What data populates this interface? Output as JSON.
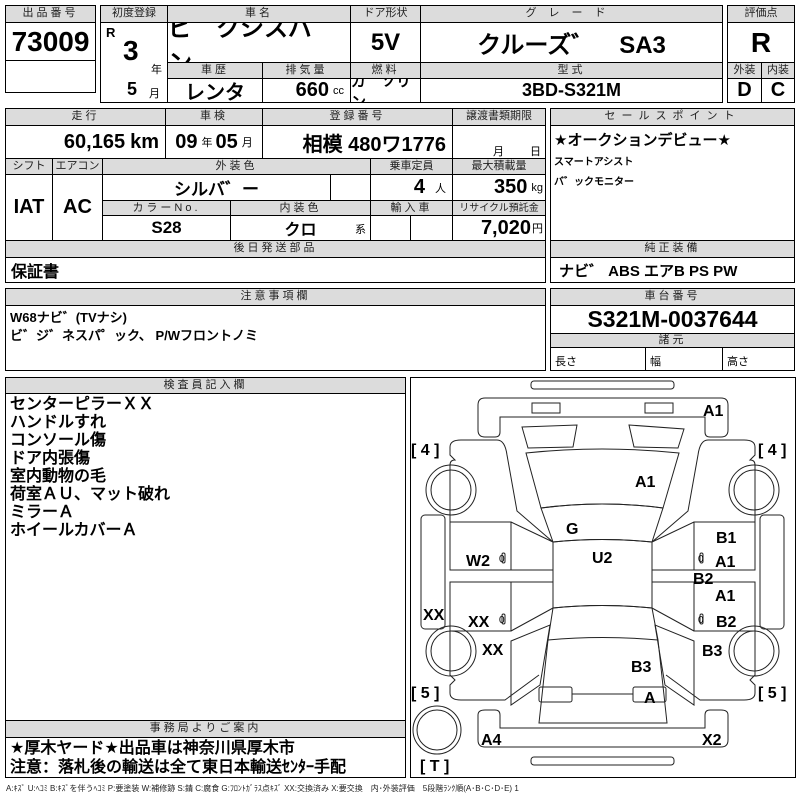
{
  "lot": {
    "label": "出品番号",
    "value": "73009"
  },
  "first_reg": {
    "label": "初度登録",
    "era": "R",
    "year": "3",
    "year_unit": "年",
    "month": "5",
    "month_unit": "月"
  },
  "car_name": {
    "label": "車名",
    "value": "ピ゛クシスバ゛ン"
  },
  "door": {
    "label": "ドア形状",
    "value": "5V"
  },
  "grade": {
    "label": "グレード",
    "value": "クルーズ゛　SA3"
  },
  "history": {
    "label": "車歴",
    "value": "レンタ"
  },
  "displacement": {
    "label": "排気量",
    "value": "660",
    "unit": "cc"
  },
  "fuel": {
    "label": "燃料",
    "value": "ガ゛ソリン"
  },
  "model": {
    "label": "型式",
    "value": "3BD-S321M"
  },
  "score": {
    "label": "評価点",
    "value": "R",
    "exterior_label": "外装",
    "interior_label": "内装",
    "exterior": "D",
    "interior": "C"
  },
  "mileage": {
    "label": "走行",
    "value": "60,165",
    "unit": "km"
  },
  "inspection": {
    "label": "車検",
    "year": "09",
    "year_unit": "年",
    "month": "05",
    "month_unit": "月"
  },
  "plate": {
    "label": "登録番号",
    "value": "相模 480ワ1776"
  },
  "doc_deadline": {
    "label": "譲渡書類期限",
    "month_unit": "月",
    "day_unit": "日"
  },
  "shift": {
    "label": "シフト",
    "value": "IAT"
  },
  "ac": {
    "label": "エアコン",
    "value": "AC"
  },
  "ext_color": {
    "label": "外装色",
    "value": "シルバ゛ー"
  },
  "capacity": {
    "label": "乗車定員",
    "value": "4",
    "unit": "人"
  },
  "max_load": {
    "label": "最大積載量",
    "value": "350",
    "unit": "kg"
  },
  "color_no": {
    "label": "カラーNo.",
    "value": "S28"
  },
  "int_color": {
    "label": "内装色",
    "value": "クロ",
    "unit": "系"
  },
  "import": {
    "label": "輸入車"
  },
  "recycle": {
    "label": "リサイクル預託金",
    "value": "7,020",
    "unit": "円"
  },
  "later_parts": {
    "label": "後日発送部品",
    "value": "保証書"
  },
  "sales_points": {
    "label": "セールスポイント",
    "items": [
      "★オークションデビュー★",
      "スマートアシスト",
      "バ゛ックモニター"
    ]
  },
  "equipment": {
    "label": "純正装備",
    "value": "ナビ゛ ABS エアB PS PW"
  },
  "notes": {
    "label": "注意事項欄",
    "lines": [
      "W68ナビ゛(TVナシ)",
      "ビ゛ジ゛ネスパ゜ック、 P/Wフロントノミ"
    ]
  },
  "chassis": {
    "label": "車台番号",
    "value": "S321M-0037644"
  },
  "specs": {
    "label": "諸元",
    "length": "長さ",
    "width": "幅",
    "height": "高さ"
  },
  "inspector": {
    "label": "検査員記入欄",
    "lines": [
      "センターピラーＸＸ",
      "ハンドルすれ",
      "コンソール傷",
      "ドア内張傷",
      "室内動物の毛",
      "荷室ＡＵ、マット破れ",
      "ミラーＡ",
      "ホイールカバーＡ"
    ]
  },
  "office": {
    "label": "事務局よりご案内",
    "lines": [
      "★厚木ヤード★出品車は神奈川県厚木市",
      "注意：落札後の輸送は全て東日本輸送ｾﾝﾀｰ手配"
    ]
  },
  "diagram": {
    "tire_fl": "[ 4 ]",
    "tire_fr": "[ 4 ]",
    "tire_rl": "[ 5 ]",
    "tire_rr": "[ 5 ]",
    "tire_spare": "[ T ]",
    "front_bumper": "A1",
    "hood": "A1",
    "windshield": "G",
    "roof": "U2",
    "left_front_door": "W2",
    "left_front_door_mark": "0",
    "left_rear_door_mark": "0",
    "left_sill": "XX",
    "left_rear_door": "XX",
    "left_rear_fender": "XX",
    "right_front_door_1": "B1",
    "right_front_door_2": "A1",
    "right_pillar": "B2",
    "right_rear_door_1": "A1",
    "right_rear_door_2": "B2",
    "right_front_door_mark": "0",
    "right_rear_door_mark": "0",
    "right_rear_fender": "B3",
    "back_door": "B3",
    "rear_lamp": "A",
    "rear_bumper_left": "A4",
    "rear_bumper_right": "X2"
  },
  "legend": "A:ｷｽﾞ U:ﾍｺﾐ B:ｷｽﾞを伴うﾍｺﾐ P:要塗装 W:補修跡 S:錆 C:腐食 G:ﾌﾛﾝﾄｶﾞﾗｽ点ｷｽﾞ XX:交換済み X:要交換　内･外装評価　5段階ﾗﾝｸ順(A･B･C･D･E) 1"
}
